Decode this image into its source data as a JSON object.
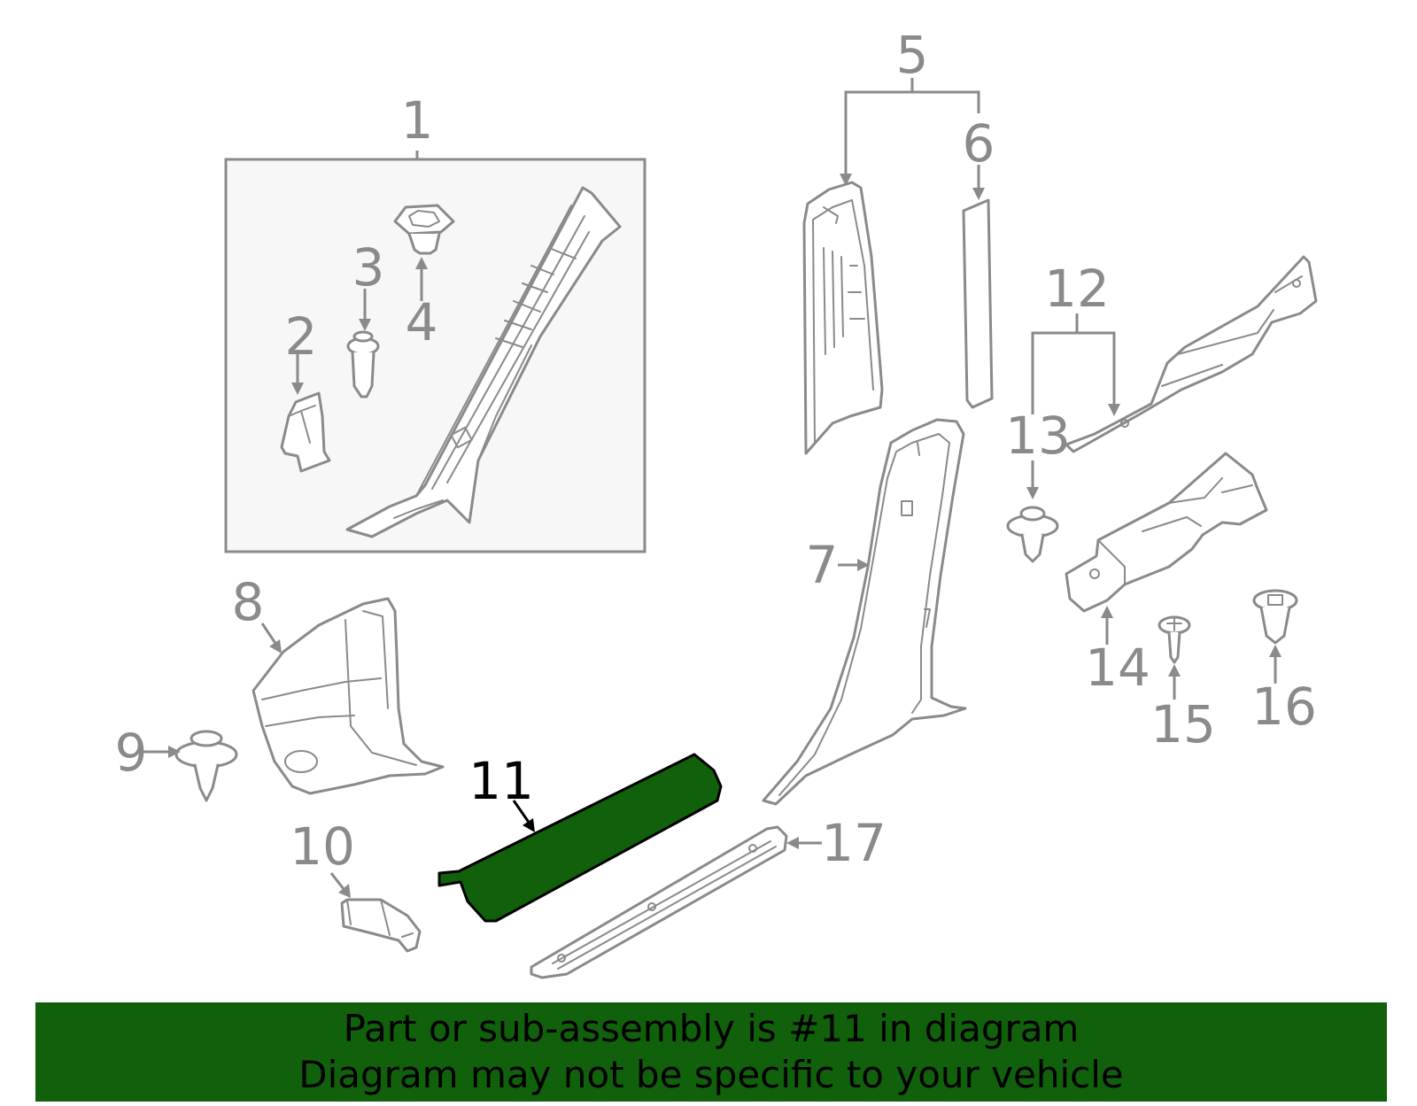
{
  "colors": {
    "line": "#8a8a8a",
    "highlight_fill": "#11600c",
    "caption_bar": "#11600c",
    "kit_box_fill": "#f7f7f7"
  },
  "callouts": {
    "c1": "1",
    "c2": "2",
    "c3": "3",
    "c4": "4",
    "c5": "5",
    "c6": "6",
    "c7": "7",
    "c8": "8",
    "c9": "9",
    "c10": "10",
    "c11": "11",
    "c12": "12",
    "c13": "13",
    "c14": "14",
    "c15": "15",
    "c16": "16",
    "c17": "17"
  },
  "highlighted_part": "11",
  "caption": {
    "line1": "Part or sub-assembly is #11 in diagram",
    "line2": "Diagram may not be specific to your vehicle"
  }
}
